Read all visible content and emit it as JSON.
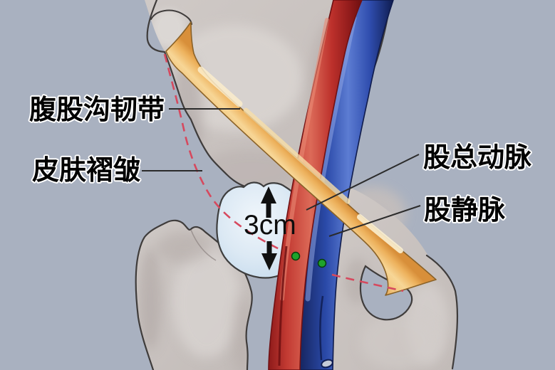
{
  "figure": {
    "kind": "anatomical-diagram",
    "region": "inguinal-femoral",
    "labels": {
      "inguinal_ligament": "腹股沟韧带",
      "skin_fold": "皮肤褶皱",
      "common_femoral_artery": "股总动脉",
      "femoral_vein": "股静脉",
      "measurement": "3cm"
    },
    "colors": {
      "background": "#A9B1C0",
      "bone": "#CBC5C2",
      "artery": "#C5372F",
      "vein": "#2B4AAC",
      "ligament": "#F0BE74",
      "femoral_head_region": "#D8E6F3",
      "skin_crease_line": "#D6495E",
      "puncture_marker_green": "#1FA32B",
      "leader_line": "#2B2B2B",
      "label_text": "#000000",
      "label_halo": "#FFFFFF"
    },
    "markers": {
      "artery_puncture_dot": "green-dot",
      "vein_puncture_dot": "green-dot"
    }
  }
}
